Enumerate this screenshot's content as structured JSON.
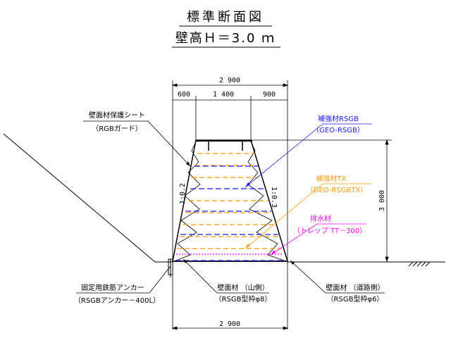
{
  "title": "標準断面図",
  "subtitle": "壁高Ｈ＝3.0 ｍ",
  "dimensions": {
    "top_total": "2 900",
    "top_left": "600",
    "top_mid": "1 400",
    "top_right": "900",
    "bottom_total": "2 900",
    "height": "3 000",
    "slope_left": "1:0.2",
    "slope_right": "1:0.3"
  },
  "labels": {
    "protect_sheet": "壁面材保護シート",
    "protect_sheet_sub": "（RGBガード）",
    "reinforce_rsgb": "補強材RSGB",
    "reinforce_rsgb_sub": "（GEO-RSGB）",
    "reinforce_tx": "補強材TX",
    "reinforce_tx_sub": "（GEO-RSGBTX）",
    "drain": "排水材",
    "drain_sub": "（トレップ TT－300）",
    "anchor": "固定用鉄筋アンカー",
    "anchor_sub": "（RSGBアンカー－400L）",
    "wall_mountain": "壁面材 （山側）",
    "wall_mountain_sub": "（RSGB型枠φ8）",
    "wall_road": "壁面材 （道路側）",
    "wall_road_sub": "（RSGB型枠φ6）"
  },
  "colors": {
    "line": "#000000",
    "rsgb": "#1a1aff",
    "tx": "#ff9900",
    "drain": "#ff00ff"
  }
}
